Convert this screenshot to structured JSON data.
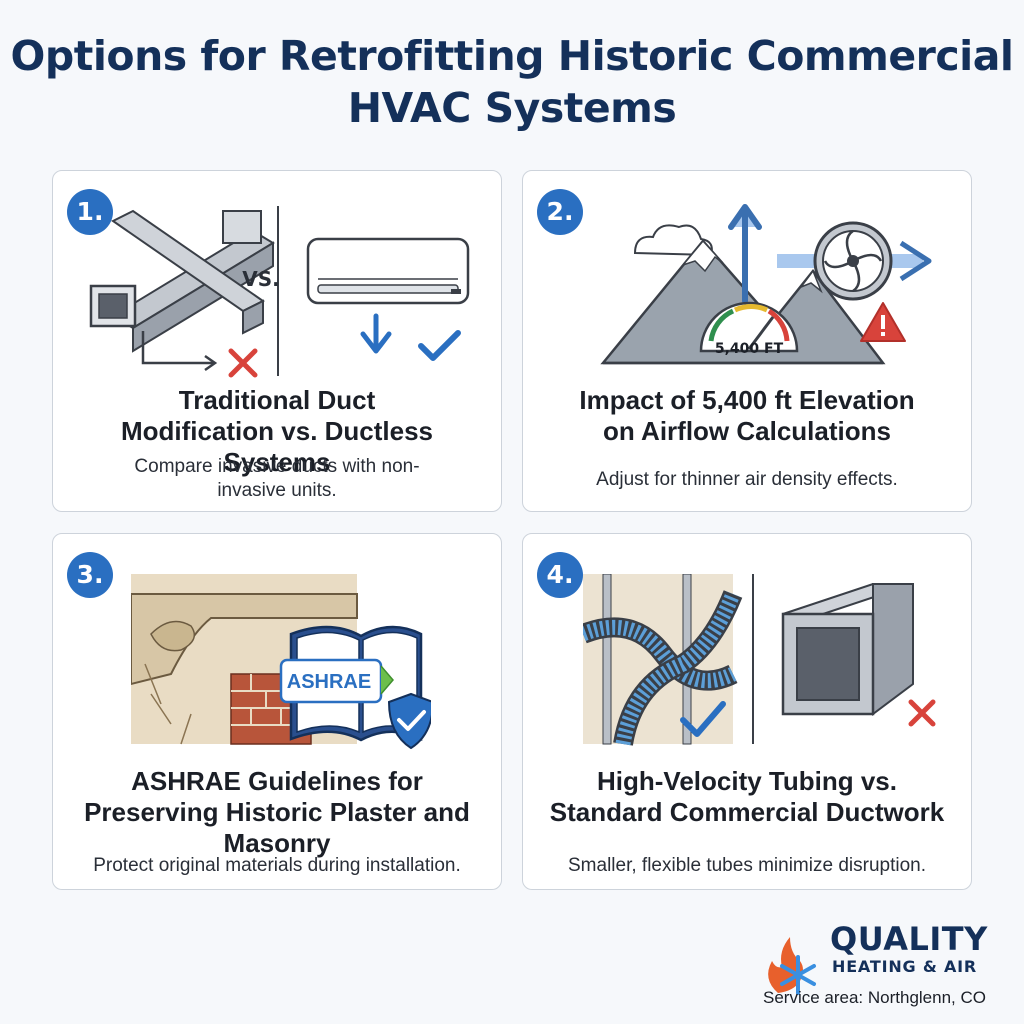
{
  "title": "Options for Retrofitting Historic Commercial HVAC Systems",
  "cards": [
    {
      "number": "1.",
      "heading": "Traditional Duct Modification vs. Ductless Systems",
      "description": "Compare invasive ducts with non-invasive units.",
      "illustration_text": "VS.",
      "icons": [
        "ductwork-icon",
        "wall-mini-split-icon",
        "x-mark-icon",
        "check-mark-icon"
      ]
    },
    {
      "number": "2.",
      "heading": "Impact of 5,400 ft Elevation on Airflow Calculations",
      "description": "Adjust for thinner air density effects.",
      "illustration_text": "5,400 FT",
      "icons": [
        "mountain-icon",
        "gauge-icon",
        "fan-icon",
        "warning-icon",
        "cloud-icon"
      ]
    },
    {
      "number": "3.",
      "heading": "ASHRAE Guidelines for Preserving Historic Plaster and Masonry",
      "description": "Protect original materials during installation.",
      "illustration_text": "ASHRAE",
      "icons": [
        "plaster-molding-icon",
        "brick-wall-icon",
        "book-icon",
        "shield-check-icon"
      ]
    },
    {
      "number": "4.",
      "heading": "High-Velocity Tubing vs. Standard Commercial Ductwork",
      "description": "Smaller, flexible tubes minimize disruption.",
      "icons": [
        "flex-tubing-icon",
        "rectangular-duct-icon",
        "check-mark-icon",
        "x-mark-icon"
      ]
    }
  ],
  "brand": {
    "name_line1": "QUALITY",
    "name_line2": "HEATING & AIR",
    "service_area": "Service area: Northglenn, CO",
    "colors": {
      "navy": "#14305a",
      "blue": "#2a6fc1",
      "flame": "#e8602c",
      "snow": "#3a8fe0"
    }
  }
}
